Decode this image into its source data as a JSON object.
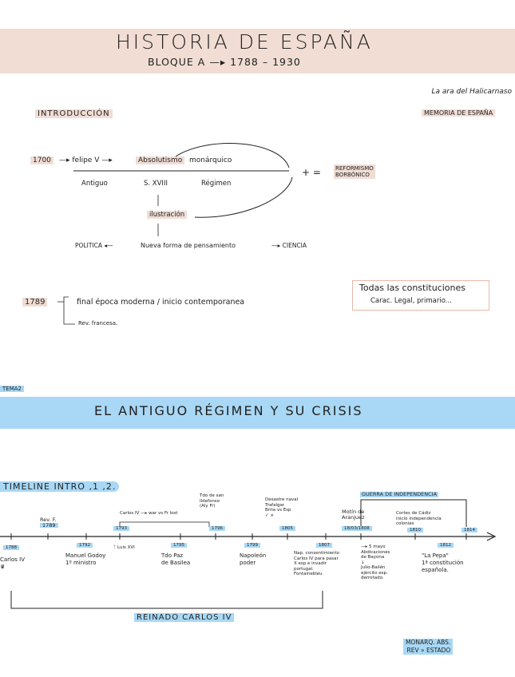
{
  "header": {
    "title": "HISTORIA DE ESPAÑA",
    "subtitle": "BLOQUE A —▸ 1788 – 1930"
  },
  "intro": {
    "author": "La ara del Halicarnaso",
    "heading": "INTRODUCCIÓN",
    "memoria": "MEMORIA DE ESPAÑA"
  },
  "diagram1": {
    "year": "1700",
    "felipe": "—▸ felipe V —▸",
    "absolutismo": "Absolutismo",
    "monarquico": "monárquico",
    "antiguo": "Antiguo",
    "sxviii": "S. XVIII",
    "regimen": "Régimen",
    "ilustracion": "ilustración",
    "plus_eq": "+ =",
    "reformismo_1": "REFORMISMO",
    "reformismo_2": "BORBÓNICO",
    "politica": "POLITICA ◂—",
    "nueva_forma": "Nueva forma de pensamiento",
    "ciencia": "—▸ CIENCIA"
  },
  "diagram2": {
    "year": "1789",
    "final": "final época moderna / inicio contemporanea",
    "rev": "Rev. francesa.",
    "const_1": "Todas las constituciones",
    "const_2": "Carac. Legal, primario..."
  },
  "tema": {
    "tag": "TEMA2",
    "title": "EL ANTIGUO RÉGIMEN Y SU CRISIS"
  },
  "timeline": {
    "title": "TIMELINE INTRO ,1 ,2.",
    "guerra": "GUERRA DE INDEPENDENCIA",
    "reinado": "REINADO CARLOS IV",
    "monarq_1": "MONARQ. ABS.",
    "monarq_2": "REV » ESTADO",
    "above": [
      {
        "year": "1789",
        "text": "Rev. F."
      },
      {
        "year": "1793",
        "text": "Carlos IV —▸ war vs Fr\nlost"
      },
      {
        "year": "1796",
        "text": "Tdo de san\nIldefonso\n(Aly Fr)"
      },
      {
        "year": "1805",
        "text": "Desastre naval\nTrafalgar\nBrita vs Esp\n✓ ×"
      },
      {
        "year": "18/03/1808",
        "text": "Motín de\nAranjuez"
      },
      {
        "year": "1810",
        "text": "Cortes de Cádiz\ninicio independencia\ncolonias"
      },
      {
        "year": "1814",
        "text": ""
      }
    ],
    "below": [
      {
        "year": "1788",
        "text": "Carlos IV\n♛"
      },
      {
        "year": "1792",
        "text": "Manuel Godoy\n1º ministro"
      },
      {
        "year": "",
        "text": "ᛏ Luis XVI"
      },
      {
        "year": "1795",
        "text": "Tdo Paz\nde Basilea"
      },
      {
        "year": "1799",
        "text": "Napoleón\npoder"
      },
      {
        "year": "1807",
        "text": "Nap. consentimiento\nCarlos IV para pasar\nX esp e invadir\nportugal.\nFontainebleu"
      },
      {
        "year": "",
        "text": "—▸ 5 mayo\nAbdicaciones\nde Bayona\n↓\nJulio-Bailén\nejército esp.\nderrotado."
      },
      {
        "year": "1812",
        "text": "\"La Pepa\"\n1ª constitución\nespañola."
      }
    ]
  }
}
